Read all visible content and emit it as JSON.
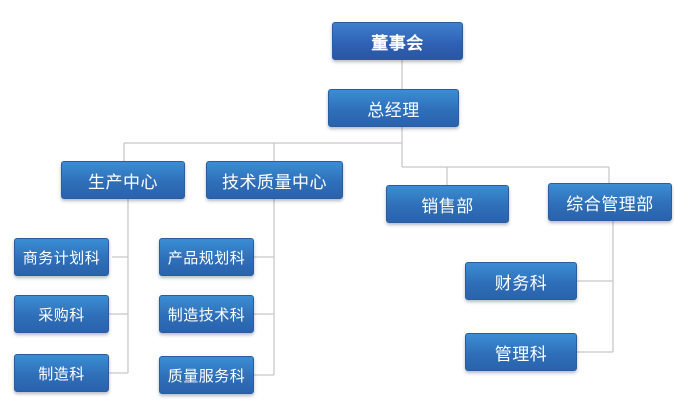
{
  "diagram": {
    "board": "董事会",
    "general_manager": "总经理",
    "departments": {
      "production_center": {
        "label": "生产中心",
        "children": [
          "商务计划科",
          "采购科",
          "制造科"
        ]
      },
      "tech_quality_center": {
        "label": "技术质量中心",
        "children": [
          "产品规划科",
          "制造技术科",
          "质量服务科"
        ]
      },
      "sales_dept": {
        "label": "销售部"
      },
      "general_mgmt_dept": {
        "label": "综合管理部",
        "children": [
          "财务科",
          "管理科"
        ]
      }
    },
    "colors": {
      "box_top": "#3b8ed4",
      "box_bottom": "#2a62ad",
      "text": "#ffffff",
      "connector": "#c8c8c8"
    }
  }
}
